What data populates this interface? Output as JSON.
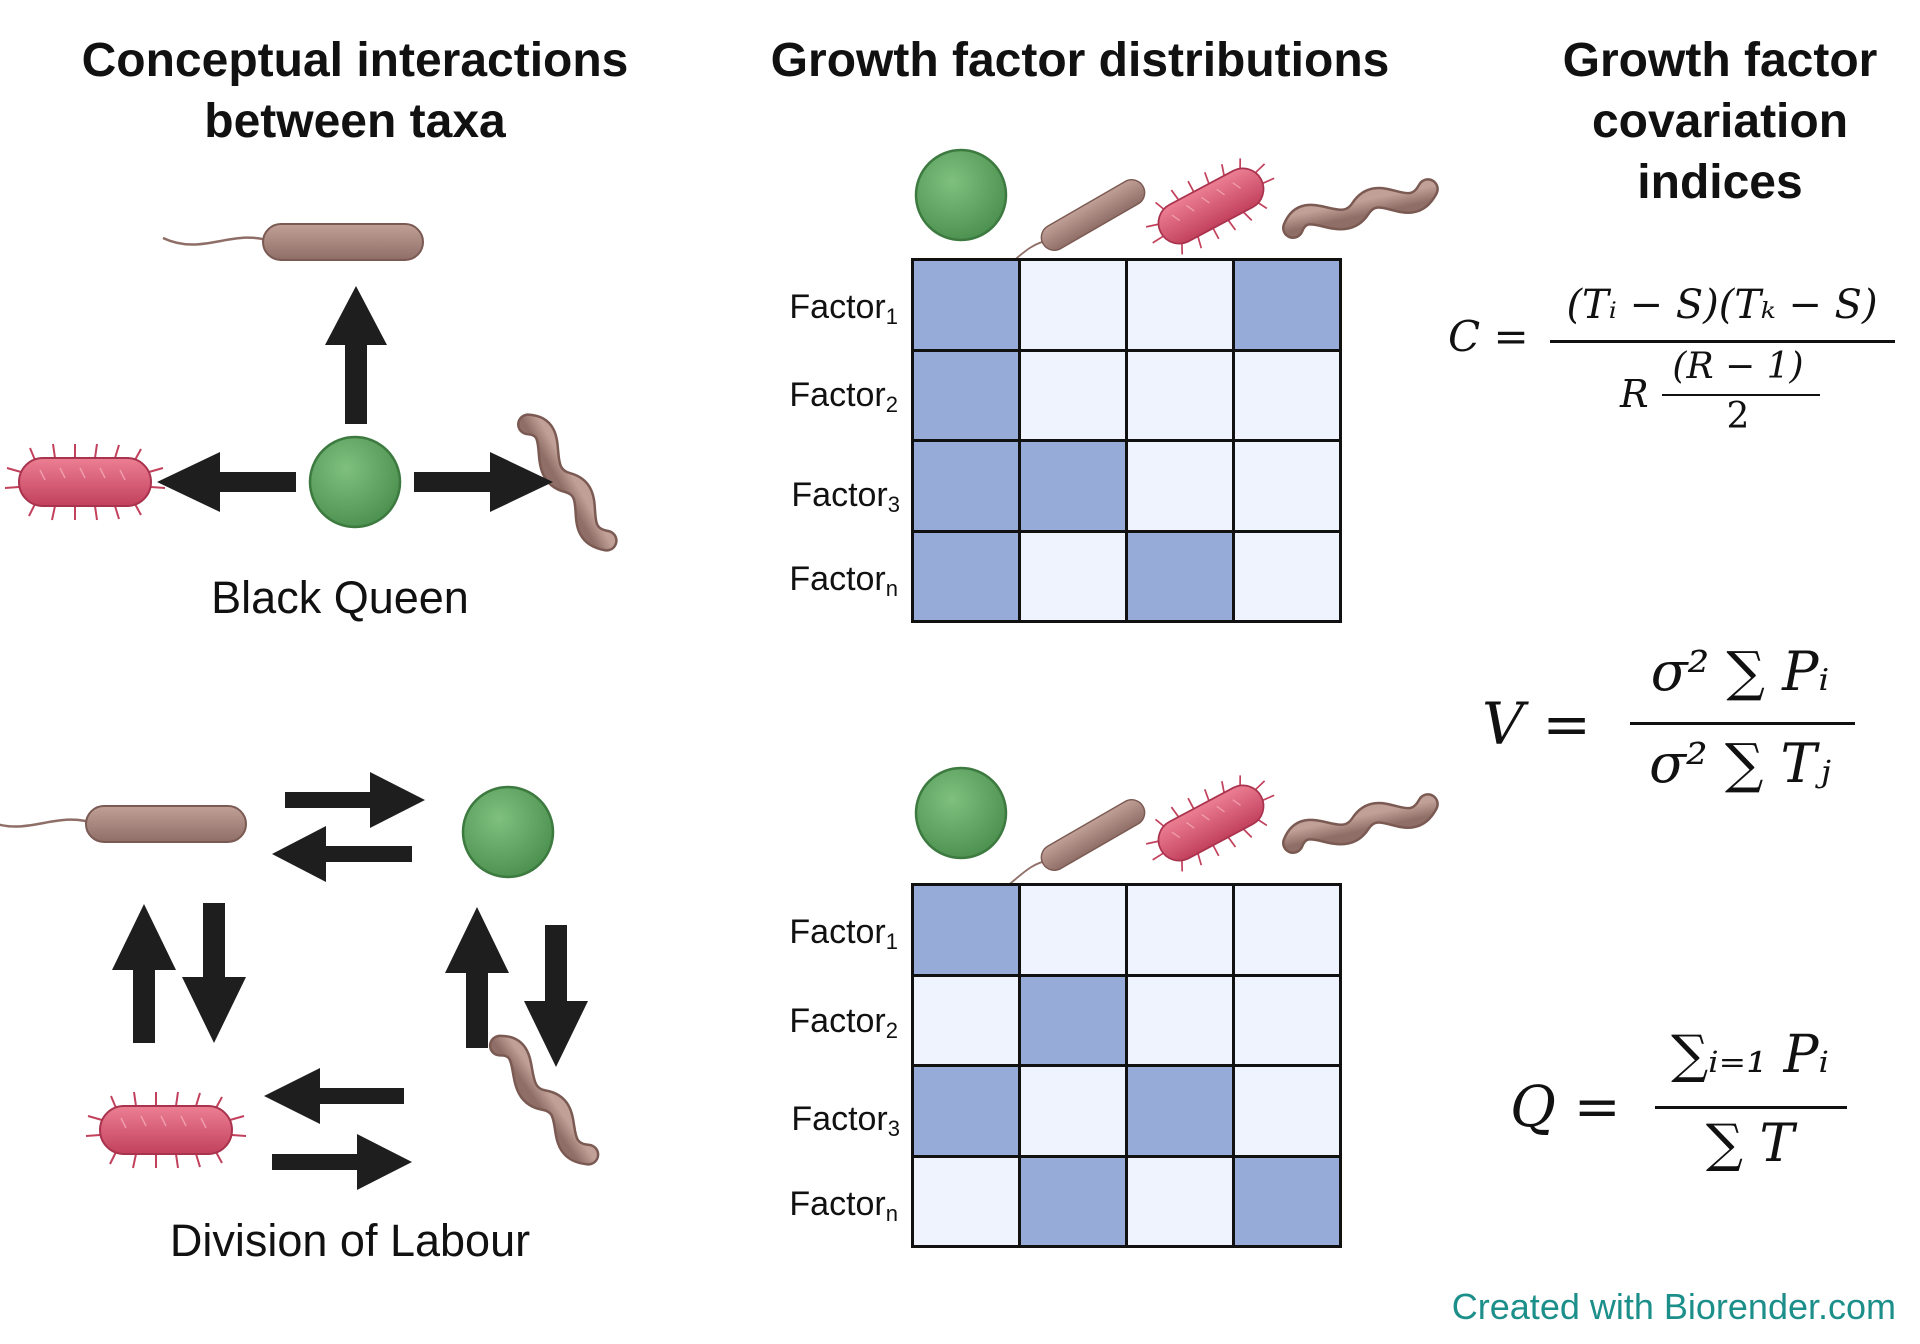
{
  "titles": {
    "left": [
      "Conceptual interactions",
      "between taxa"
    ],
    "middle": [
      "Growth factor distributions"
    ],
    "right": [
      "Growth factor",
      "covariation",
      "indices"
    ]
  },
  "captions": {
    "top": "Black Queen",
    "bottom": "Division of Labour"
  },
  "factor_labels": [
    {
      "base": "Factor",
      "sub": "1"
    },
    {
      "base": "Factor",
      "sub": "2"
    },
    {
      "base": "Factor",
      "sub": "3"
    },
    {
      "base": "Factor",
      "sub": "n"
    }
  ],
  "grids": {
    "top": [
      [
        1,
        0,
        0,
        1
      ],
      [
        1,
        0,
        0,
        0
      ],
      [
        1,
        1,
        0,
        0
      ],
      [
        1,
        0,
        1,
        0
      ]
    ],
    "bottom": [
      [
        1,
        0,
        0,
        0
      ],
      [
        0,
        1,
        0,
        0
      ],
      [
        1,
        0,
        1,
        0
      ],
      [
        0,
        1,
        0,
        1
      ]
    ]
  },
  "colors": {
    "cell_on": "#97abd8",
    "cell_off": "#eef3fd",
    "coccus": "#6aaa6a",
    "rod": "#a9857c",
    "pathogen": "#d85a72",
    "credit": "#1d8f8a"
  },
  "equations": {
    "C": {
      "lhs": "C =",
      "num": "(Tᵢ − S)(Tₖ − S)",
      "den_left": "R",
      "den_num": "(R − 1)",
      "den_den": "2"
    },
    "V": {
      "lhs": "V =",
      "num": "σ²  ∑ Pᵢ",
      "den": "σ²  ∑ Tⱼ"
    },
    "Q": {
      "lhs": "Q =",
      "num": "∑ᵢ₌₁ Pᵢ",
      "den": "∑ T"
    }
  },
  "credit": "Created with Biorender.com"
}
